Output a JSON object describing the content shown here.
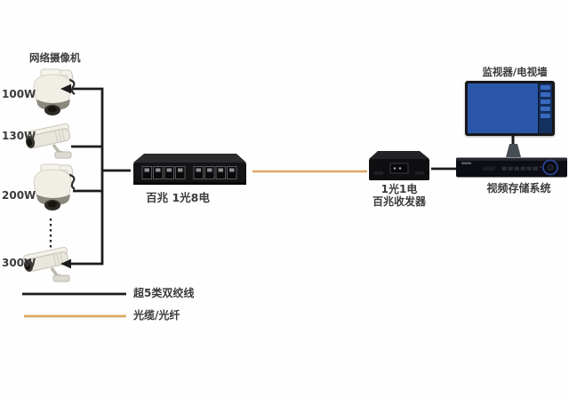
{
  "diagram": {
    "camera_group_label": "网络摄像机",
    "cameras": [
      {
        "label": "100W",
        "type": "dome-ptz-camera"
      },
      {
        "label": "130W",
        "type": "bullet-camera"
      },
      {
        "label": "200W",
        "type": "dome-ptz-camera"
      },
      {
        "label": "300W",
        "type": "bullet-camera"
      }
    ],
    "switch_label": "百兆 1光8电",
    "transceiver_label_line1": "1光1电",
    "transceiver_label_line2": "百兆收发器",
    "monitor_label": "监视器/电视墙",
    "storage_label": "视频存储系统",
    "legend": [
      {
        "label": "超5类双绞线",
        "color": "#1c1c1c"
      },
      {
        "label": "光缆/光纤",
        "color": "#dfa763"
      }
    ],
    "colors": {
      "cat5_line": "#1c1c1c",
      "fiber_line": "#dfa763"
    }
  }
}
